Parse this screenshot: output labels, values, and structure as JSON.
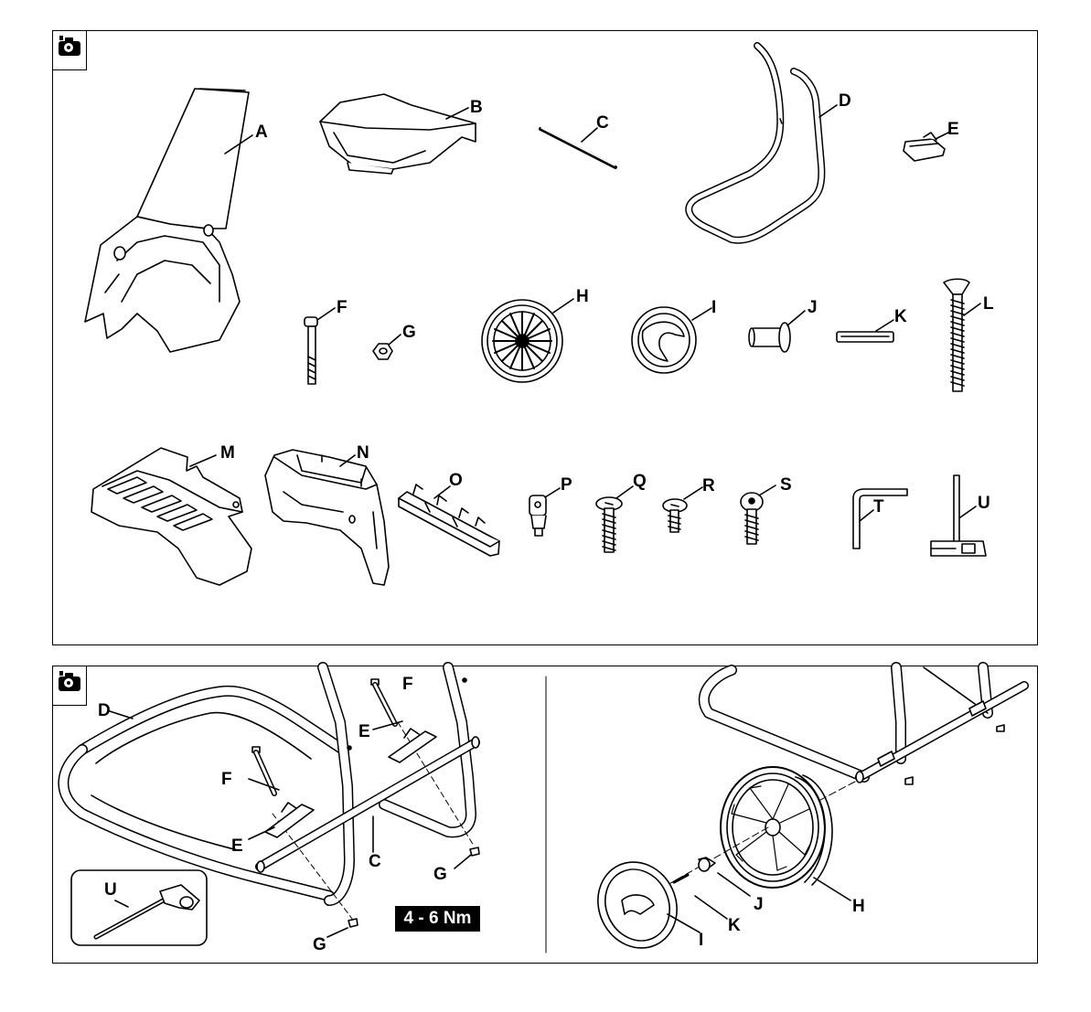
{
  "parts_overview": {
    "labels": {
      "A": "A",
      "B": "B",
      "C": "C",
      "D": "D",
      "E": "E",
      "F": "F",
      "G": "G",
      "H": "H",
      "I": "I",
      "J": "J",
      "K": "K",
      "L": "L",
      "M": "M",
      "N": "N",
      "O": "O",
      "P": "P",
      "Q": "Q",
      "R": "R",
      "S": "S",
      "T": "T",
      "U": "U"
    }
  },
  "assembly_frame": {
    "labels": {
      "D": "D",
      "F1": "F",
      "F2": "F",
      "E1": "E",
      "E2": "E",
      "C": "C",
      "G1": "G",
      "G2": "G",
      "U": "U"
    },
    "torque": "4 - 6 Nm"
  },
  "assembly_wheel": {
    "labels": {
      "J": "J",
      "H": "H",
      "K": "K",
      "I": "I"
    }
  },
  "icons": [
    "camera-icon"
  ]
}
